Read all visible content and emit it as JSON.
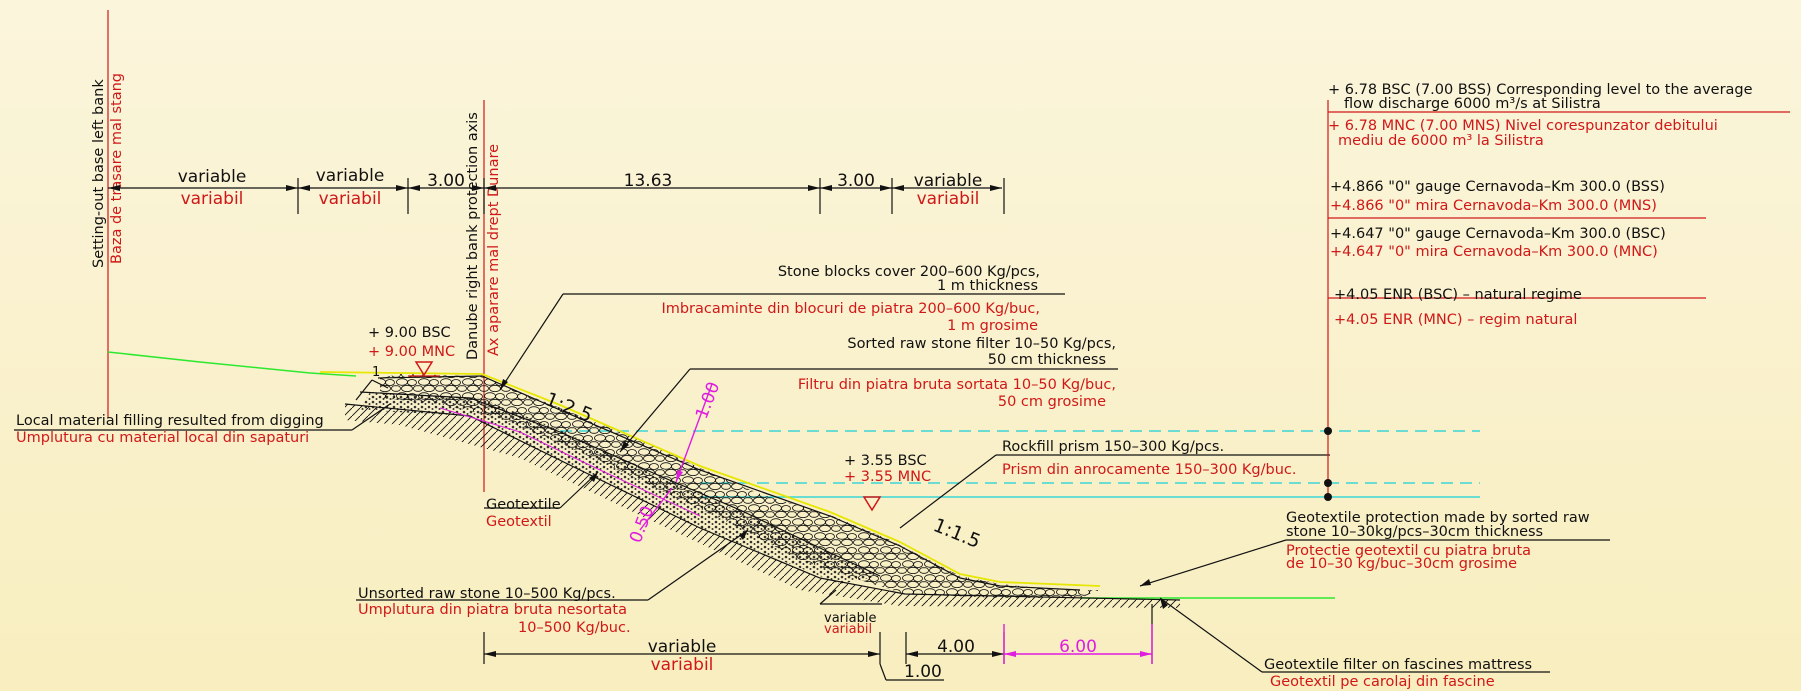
{
  "colors": {
    "background": "#f8eebf",
    "black_text": "#111111",
    "red_text": "#d01818",
    "magenta_dims": "#e01ce0",
    "ground_line": "#2ee82e",
    "water_lines": "#3ad6d6",
    "surface_line": "#e6e600"
  },
  "axes": {
    "setting_out_en": "Setting-out base left bank",
    "setting_out_ro": "Baza de trasare mal stang",
    "protection_axis_en": "Danube right bank protection axis",
    "protection_axis_ro": "Ax aparare mal drept Dunare"
  },
  "top_dims": [
    {
      "en": "variable",
      "ro": "variabil"
    },
    {
      "en": "variable",
      "ro": "variabil"
    },
    {
      "en": "3.00"
    },
    {
      "en": "13.63"
    },
    {
      "en": "3.00"
    },
    {
      "en": "variable",
      "ro": "variabil"
    }
  ],
  "levels": {
    "crest_bsc": "+ 9.00  BSC",
    "crest_mnc": "+ 9.00  MNC",
    "berm_bsc": "+ 3.55  BSC",
    "berm_mnc": "+ 3.55  MNC"
  },
  "slopes": {
    "upper": "1:2.5",
    "lower": "1:1.5",
    "marker": "1"
  },
  "thickness": {
    "cover": "1.00",
    "filter": "0.50"
  },
  "labels": {
    "stone_en_1": "Stone blocks cover 200–600 Kg/pcs,",
    "stone_en_2": "1 m thickness",
    "stone_ro_1": "Imbracaminte din blocuri de piatra 200–600 Kg/buc,",
    "stone_ro_2": "1 m grosime",
    "filter_en_1": "Sorted raw stone filter 10–50 Kg/pcs,",
    "filter_en_2": "50 cm thickness",
    "filter_ro_1": "Filtru din piatra bruta sortata 10–50 Kg/buc,",
    "filter_ro_2": "50 cm grosime",
    "local_en": "Local material filling resulted from digging",
    "local_ro": "Umplutura cu material local din sapaturi",
    "rockfill_en": "Rockfill prism 150–300 Kg/pcs.",
    "rockfill_ro": "Prism din anrocamente 150–300 Kg/buc.",
    "geotextile_en": "Geotextile",
    "geotextile_ro": "Geotextil",
    "unsorted_en": "Unsorted raw stone 10–500 Kg/pcs.",
    "unsorted_ro_1": "Umplutura din piatra bruta nesortata",
    "unsorted_ro_2": "10–500 Kg/buc.",
    "geoprot_en_1": "Geotextile protection made by sorted raw",
    "geoprot_en_2": "stone 10–30kg/pcs–30cm thickness",
    "geoprot_ro_1": "Protectie geotextil cu piatra bruta",
    "geoprot_ro_2": "de 10–30 kg/buc–30cm grosime",
    "fascine_en": "Geotextile filter on fascines mattress",
    "fascine_ro": "Geotextil pe carolaj din fascine",
    "var_small_en": "variable",
    "var_small_ro": "variabil"
  },
  "bottom_dims": {
    "var_en": "variable",
    "var_ro": "variabil",
    "d100": "1.00",
    "d400": "4.00",
    "d600": "6.00"
  },
  "legend": {
    "l1_en": "+ 6.78 BSC (7.00 BSS) Corresponding level to the average",
    "l1_en_b": "flow discharge 6000 m³/s at Silistra",
    "l1_ro": "+ 6.78 MNC (7.00 MNS) Nivel corespunzator   debitului",
    "l1_ro_b": "mediu de 6000 m³ la Silistra",
    "l2_en": "+4.866  \"0\"  gauge Cernavoda–Km 300.0 (BSS)",
    "l2_ro": "+4.866  \"0\"  mira Cernavoda–Km 300.0 (MNS)",
    "l3_en": "+4.647  \"0\"  gauge Cernavoda–Km 300.0 (BSC)",
    "l3_ro": "+4.647  \"0\"  mira Cernavoda–Km 300.0 (MNC)",
    "l4_en": "+4.05  ENR (BSC) – natural regime",
    "l4_ro": "+4.05  ENR (MNC) – regim natural"
  }
}
